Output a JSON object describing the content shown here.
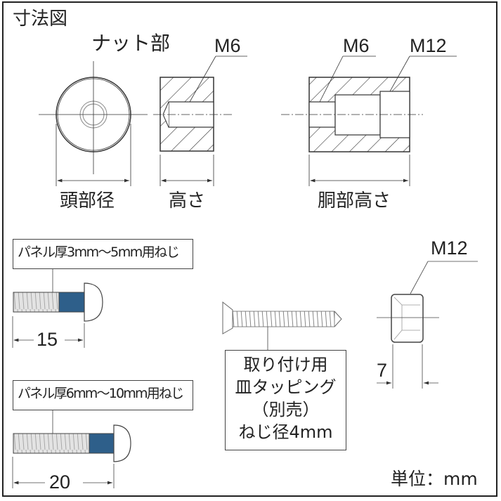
{
  "title": "寸法図",
  "nut_section": {
    "heading": "ナット部",
    "front_view_dimension": "頭部径",
    "side_view": {
      "thread_label": "M6",
      "dimension": "高さ"
    }
  },
  "body_section": {
    "thread_label_left": "M6",
    "thread_label_right": "M12",
    "dimension": "胴部高さ"
  },
  "screws": [
    {
      "label": "パネル厚3mm～5mm用ねじ",
      "length": "15"
    },
    {
      "label": "パネル厚6mm～10mm用ねじ",
      "length": "20"
    }
  ],
  "tapping_screw": {
    "lines": [
      "取り付け用",
      "皿タッピング",
      "（別売）",
      "ねじ径4mm"
    ]
  },
  "hex_nut": {
    "thread_label": "M12",
    "thickness": "7"
  },
  "unit": "単位：mm",
  "colors": {
    "line": "#333333",
    "screw_blue": "#2e5f8a",
    "screw_gray": "#c8c8c8"
  }
}
